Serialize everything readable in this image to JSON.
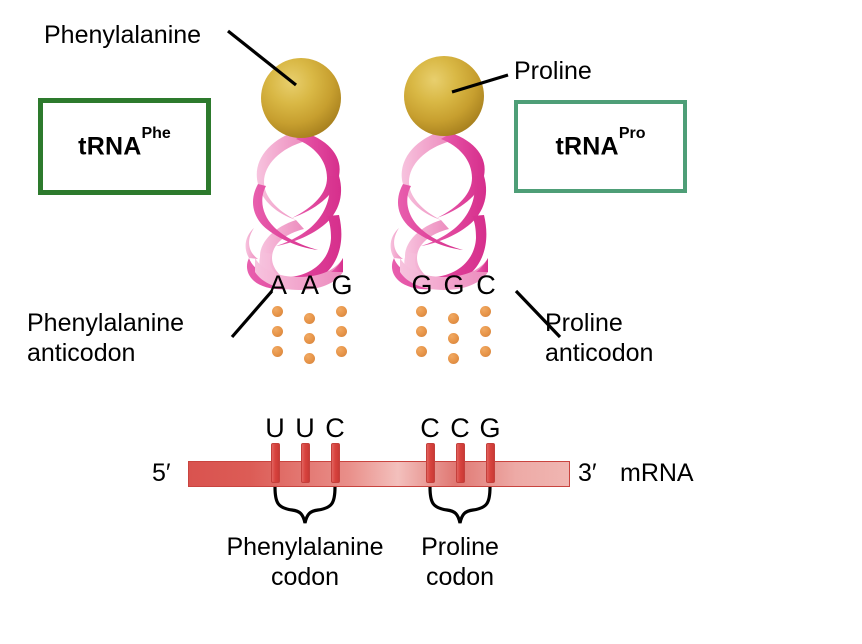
{
  "figure": {
    "title_text": "",
    "background": "#ffffff"
  },
  "colors": {
    "amino_acid_gold": "#d4af37",
    "trna_ribbon_pink": "#e45aa8",
    "trna_ribbon_light_pink": "#f0a0cc",
    "box_green_dark": "#2d7a2d",
    "box_green_light": "#4e9e77",
    "mrna_red": "#d9534f",
    "mrna_tick_red": "#cf3f3a",
    "anticodon_dot_orange": "#e8964a",
    "text_black": "#000000"
  },
  "labels": {
    "phenylalanine": "Phenylalanine",
    "proline": "Proline",
    "phe_anticodon_line1": "Phenylalanine",
    "phe_anticodon_line2": "anticodon",
    "pro_anticodon_line1": "Proline",
    "pro_anticodon_line2": "anticodon",
    "phe_codon_line1": "Phenylalanine",
    "phe_codon_line2": "codon",
    "pro_codon_line1": "Proline",
    "pro_codon_line2": "codon",
    "five_prime": "5′",
    "three_prime": "3′",
    "mrna": "mRNA"
  },
  "trna_boxes": [
    {
      "base": "tRNA",
      "superscript": "Phe",
      "border_color": "#2d7a2d"
    },
    {
      "base": "tRNA",
      "superscript": "Pro",
      "border_color": "#4e9e77"
    }
  ],
  "anticodons": [
    {
      "amino_acid": "Phenylalanine",
      "bases": [
        "A",
        "A",
        "G"
      ]
    },
    {
      "amino_acid": "Proline",
      "bases": [
        "G",
        "G",
        "C"
      ]
    }
  ],
  "codons": [
    {
      "amino_acid": "Phenylalanine",
      "bases": [
        "U",
        "U",
        "C"
      ]
    },
    {
      "amino_acid": "Proline",
      "bases": [
        "C",
        "C",
        "G"
      ]
    }
  ],
  "chart_data": {
    "type": "diagram",
    "title": "tRNA anticodons pairing with mRNA codons",
    "pairs": [
      {
        "amino_acid": "Phenylalanine",
        "trna": "tRNA(Phe)",
        "anticodon": "AAG",
        "codon": "UUC"
      },
      {
        "amino_acid": "Proline",
        "trna": "tRNA(Pro)",
        "anticodon": "GGC",
        "codon": "CCG"
      }
    ],
    "mrna_polarity": {
      "left_end": "5′",
      "right_end": "3′",
      "molecule": "mRNA"
    }
  }
}
